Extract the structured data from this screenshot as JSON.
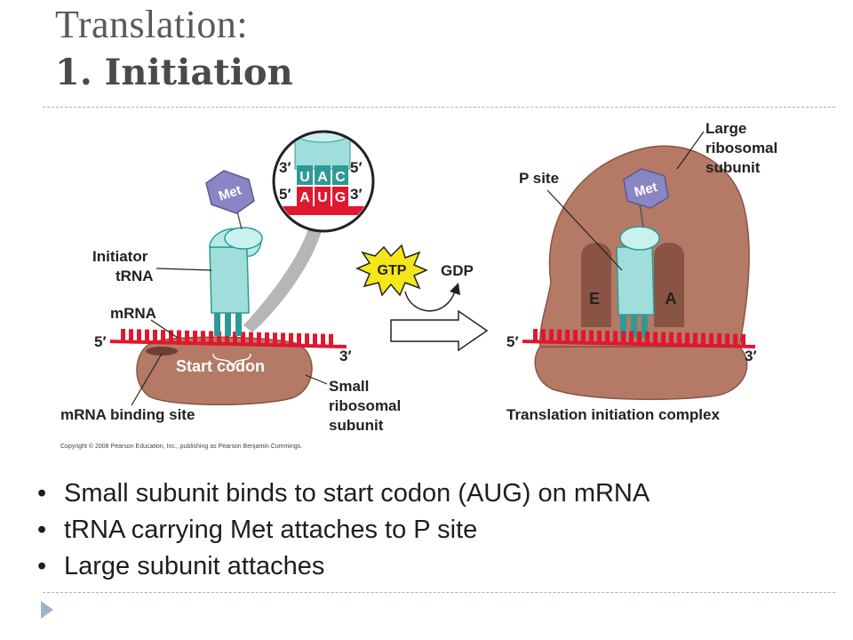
{
  "slide": {
    "title_line1": "Translation:",
    "title_line2": "1. Initiation"
  },
  "figure": {
    "left_panel": {
      "codon_box": {
        "top_prime_left": "3′",
        "top_prime_right": "5′",
        "bottom_prime_left": "5′",
        "bottom_prime_right": "3′",
        "anticodon": [
          "U",
          "A",
          "C"
        ],
        "codon": [
          "A",
          "U",
          "G"
        ]
      },
      "met_label": "Met",
      "initiator_trna_label_line1": "Initiator",
      "initiator_trna_label_line2": "tRNA",
      "mrna_label": "mRNA",
      "mrna_5prime": "5′",
      "mrna_3prime": "3′",
      "start_codon_label": "Start codon",
      "mrna_binding_site_label": "mRNA binding site",
      "small_subunit_line1": "Small",
      "small_subunit_line2": "ribosomal",
      "small_subunit_line3": "subunit"
    },
    "reaction": {
      "gtp_label": "GTP",
      "gdp_label": "GDP"
    },
    "right_panel": {
      "large_subunit_line1": "Large",
      "large_subunit_line2": "ribosomal",
      "large_subunit_line3": "subunit",
      "p_site_label": "P site",
      "met_label": "Met",
      "e_site_label": "E",
      "a_site_label": "A",
      "mrna_5prime": "5′",
      "mrna_3prime": "3′",
      "complex_label": "Translation initiation complex"
    },
    "copyright": "Copyright © 2008 Pearson Education, Inc., publishing as Pearson Benjamin Cummings.",
    "colors": {
      "ribosome": "#b47a66",
      "ribosome_dark": "#8a5444",
      "trna": "#9fdedb",
      "trna_dark": "#2e9a96",
      "mrna": "#e0182f",
      "met": "#8a86c4",
      "gtp": "#f5e61a",
      "arrow_gray": "#b4b6b8"
    }
  },
  "bullets": [
    "Small subunit binds to start codon (AUG) on mRNA",
    "tRNA carrying Met attaches to P site",
    "Large subunit attaches"
  ]
}
